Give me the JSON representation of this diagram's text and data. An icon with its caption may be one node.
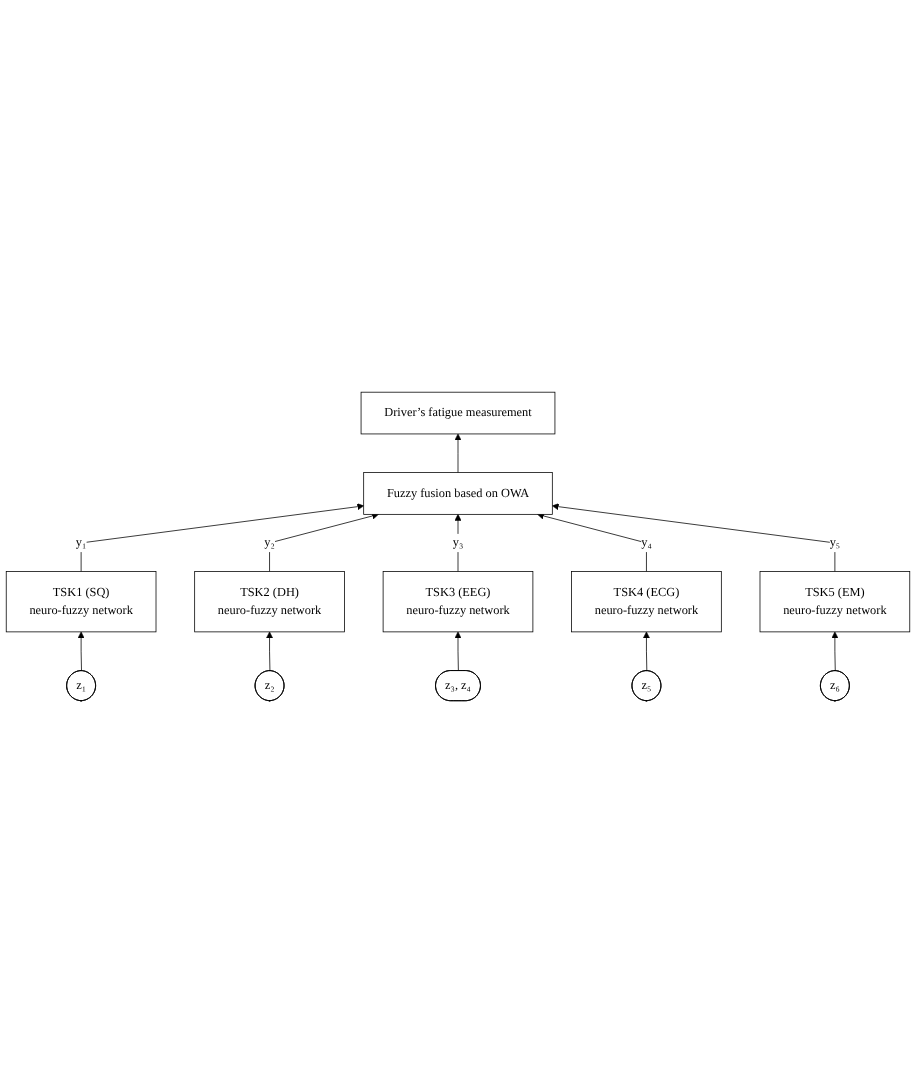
{
  "diagram": {
    "nodes": [
      {
        "text": [
          "Driver’s fatigue measurement"
        ]
      },
      {
        "text": [
          "Fuzzy fusion based on OWA"
        ]
      },
      {
        "text": [
          "TSK1 (SQ)",
          "neuro-fuzzy network"
        ]
      },
      {
        "text": [
          "TSK2 (DH)",
          "neuro-fuzzy network"
        ]
      },
      {
        "text": [
          "TSK3 (EEG)",
          "neuro-fuzzy network"
        ]
      },
      {
        "text": [
          "TSK4 (ECG)",
          "neuro-fuzzy network"
        ]
      },
      {
        "text": [
          "TSK5 (EM)",
          "neuro-fuzzy network"
        ]
      },
      {
        "text": [
          "z₁"
        ]
      },
      {
        "text": [
          "z₂"
        ]
      },
      {
        "text": [
          "z₃, z₄"
        ]
      },
      {
        "text": [
          "z₅"
        ]
      },
      {
        "text": [
          "z₆"
        ]
      }
    ],
    "edges": [
      {
        "from": 1,
        "to": 0,
        "arrow": "to"
      },
      {
        "from": 2,
        "to": 1,
        "arrow": "to",
        "label": "y₁"
      },
      {
        "from": 3,
        "to": 1,
        "arrow": "to",
        "label": "y₂"
      },
      {
        "from": 4,
        "to": 1,
        "arrow": "to",
        "label": "y₃"
      },
      {
        "from": 5,
        "to": 1,
        "arrow": "to",
        "label": "y₄"
      },
      {
        "from": 6,
        "to": 1,
        "arrow": "to",
        "label": "y₅"
      },
      {
        "from": 7,
        "to": 2,
        "arrow": "to"
      },
      {
        "from": 8,
        "to": 3,
        "arrow": "to"
      },
      {
        "from": 9,
        "to": 4,
        "arrow": "to"
      },
      {
        "from": 10,
        "to": 5,
        "arrow": "to"
      },
      {
        "from": 11,
        "to": 6,
        "arrow": "to"
      }
    ]
  }
}
